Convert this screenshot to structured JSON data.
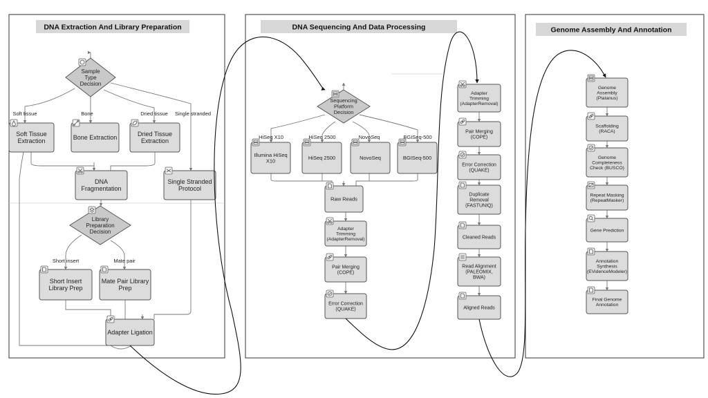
{
  "panels": [
    {
      "id": "p1",
      "title": "DNA Extraction And Library Preparation"
    },
    {
      "id": "p2",
      "title": "DNA Sequencing And Data Processing"
    },
    {
      "id": "p3",
      "title": "Genome Assembly And Annotation"
    }
  ],
  "nodes": [
    {
      "id": "sample-type-decision",
      "shape": "diamond",
      "text": [
        "Sample",
        "Type",
        "Decision"
      ],
      "icon": "help-icon"
    },
    {
      "id": "soft-tissue-extraction",
      "shape": "box",
      "text": [
        "Soft Tissue",
        "Extraction"
      ],
      "icon": "drop-icon"
    },
    {
      "id": "bone-extraction",
      "shape": "box",
      "text": [
        "Bone Extraction"
      ],
      "icon": "bone-icon"
    },
    {
      "id": "dried-tissue-extraction",
      "shape": "box",
      "text": [
        "Dried Tissue",
        "Extraction"
      ],
      "icon": "leaf-icon"
    },
    {
      "id": "dna-fragmentation",
      "shape": "box",
      "text": [
        "DNA",
        "Fragmentation"
      ],
      "icon": "scissors-icon"
    },
    {
      "id": "single-stranded-protocol",
      "shape": "box",
      "text": [
        "Single Stranded",
        "Protocol"
      ],
      "icon": "shuffle-icon"
    },
    {
      "id": "library-preparation-decision",
      "shape": "diamond",
      "text": [
        "Library",
        "Preparation",
        "Decision"
      ],
      "icon": "layers-icon"
    },
    {
      "id": "short-insert-library-prep",
      "shape": "box",
      "text": [
        "Short Insert",
        "Library Prep"
      ],
      "icon": "doc-icon"
    },
    {
      "id": "mate-pair-library-prep",
      "shape": "box",
      "text": [
        "Mate Pair Library",
        "Prep"
      ],
      "icon": "doc-icon"
    },
    {
      "id": "adapter-ligation",
      "shape": "box",
      "text": [
        "Adapter Ligation"
      ],
      "icon": "link-icon"
    },
    {
      "id": "sequencing-platform-decision",
      "shape": "diamond",
      "text": [
        "Sequencing",
        "Platform",
        "Decision"
      ],
      "icon": "server-icon"
    },
    {
      "id": "illumina-hiseq-x10",
      "shape": "box",
      "text": [
        "Illumina HiSeq",
        "X10"
      ],
      "icon": "server-icon"
    },
    {
      "id": "hiseq-2500",
      "shape": "box",
      "text": [
        "HiSeq 2500"
      ],
      "icon": "server-icon"
    },
    {
      "id": "novoseq",
      "shape": "box",
      "text": [
        "NovoSeq"
      ],
      "icon": "server-icon"
    },
    {
      "id": "bgiseq-500",
      "shape": "box",
      "text": [
        "BGISeq-500"
      ],
      "icon": "server-icon"
    },
    {
      "id": "raw-reads",
      "shape": "box",
      "text": [
        "Raw Reads"
      ],
      "icon": "doc-icon"
    },
    {
      "id": "adapter-trimming-1",
      "shape": "box",
      "text": [
        "Adapter",
        "Trimming",
        "(AdapterRemoval)"
      ],
      "icon": "scissors-icon"
    },
    {
      "id": "pair-merging-1",
      "shape": "box",
      "text": [
        "Pair Merging",
        "(COPE)"
      ],
      "icon": "link-icon"
    },
    {
      "id": "error-correction-1",
      "shape": "box",
      "text": [
        "Error Correction",
        "(QUAKE)"
      ],
      "icon": "check-icon"
    },
    {
      "id": "adapter-trimming-2",
      "shape": "box",
      "text": [
        "Adapter",
        "Trimming",
        "(AdapterRemoval)"
      ],
      "icon": "scissors-icon"
    },
    {
      "id": "pair-merging-2",
      "shape": "box",
      "text": [
        "Pair Merging",
        "(COPE)"
      ],
      "icon": "link-icon"
    },
    {
      "id": "error-correction-2",
      "shape": "box",
      "text": [
        "Error Correction",
        "(QUAKE)"
      ],
      "icon": "check-icon"
    },
    {
      "id": "duplicate-removal",
      "shape": "box",
      "text": [
        "Duplicate",
        "Removal",
        "(FASTUNIQ)"
      ],
      "icon": "doc-icon"
    },
    {
      "id": "cleaned-reads",
      "shape": "box",
      "text": [
        "Cleaned Reads"
      ],
      "icon": "doc-icon"
    },
    {
      "id": "read-alignment",
      "shape": "box",
      "text": [
        "Read Alignment",
        "(PALEOMIX,",
        "BWA)"
      ],
      "icon": "list-icon"
    },
    {
      "id": "aligned-reads",
      "shape": "box",
      "text": [
        "Aligned Reads"
      ],
      "icon": "doc-icon"
    },
    {
      "id": "genome-assembly",
      "shape": "box",
      "text": [
        "Genome",
        "Assembly",
        "(Platanus)"
      ],
      "icon": "server-icon"
    },
    {
      "id": "scaffolding",
      "shape": "box",
      "text": [
        "Scaffolding",
        "(RACA)"
      ],
      "icon": "link-icon"
    },
    {
      "id": "genome-completeness-check",
      "shape": "box",
      "text": [
        "Genome",
        "Completeness",
        "Check (BUSCO)"
      ],
      "icon": "check-icon"
    },
    {
      "id": "repeat-masking",
      "shape": "box",
      "text": [
        "Repeat Masking",
        "(RepeatMasker)"
      ],
      "icon": "mask-icon"
    },
    {
      "id": "gene-prediction",
      "shape": "box",
      "text": [
        "Gene Prediction"
      ],
      "icon": "search-icon"
    },
    {
      "id": "annotation-synthesis",
      "shape": "box",
      "text": [
        "Annotation",
        "Synthesis",
        "(EVidenceModeler)"
      ],
      "icon": "doc-icon"
    },
    {
      "id": "final-genome-annotation",
      "shape": "box",
      "text": [
        "Final Genome",
        "Annotation"
      ],
      "icon": "doc-icon"
    }
  ],
  "edge_labels": [
    {
      "id": "soft-tissue",
      "text": "Soft tissue"
    },
    {
      "id": "bone",
      "text": "Bone"
    },
    {
      "id": "dried-tissue",
      "text": "Dried tissue"
    },
    {
      "id": "single-stranded",
      "text": "Single stranded"
    },
    {
      "id": "short-insert",
      "text": "Short insert"
    },
    {
      "id": "mate-pair",
      "text": "Mate pair"
    },
    {
      "id": "hiseq-x10",
      "text": "HiSeq X10"
    },
    {
      "id": "hiseq-2500",
      "text": "HiSeq 2500"
    },
    {
      "id": "novoseq",
      "text": "NovoSeq"
    },
    {
      "id": "bgiseq-500",
      "text": "BGISeq-500"
    }
  ]
}
